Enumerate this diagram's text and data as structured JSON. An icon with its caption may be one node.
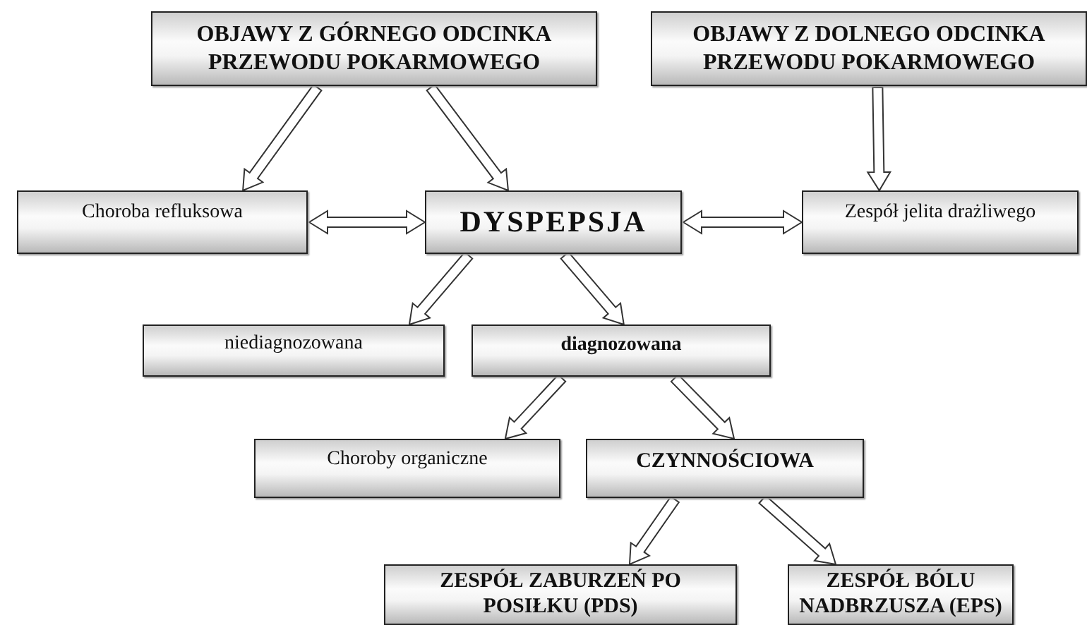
{
  "diagram": {
    "nodes": [
      {
        "text": [
          "OBJAWY Z GÓRNEGO ODCINKA PRZEWODU POKARMOWEGO"
        ]
      },
      {
        "text": [
          "OBJAWY Z DOLNEGO ODCINKA PRZEWODU POKARMOWEGO"
        ]
      },
      {
        "text": [
          "Choroba refluksowa"
        ]
      },
      {
        "text": [
          "DYSPEPSJA"
        ]
      },
      {
        "text": [
          "Zespół jelita drażliwego"
        ]
      },
      {
        "text": [
          "niediagnozowana"
        ]
      },
      {
        "text": [
          "diagnozowana"
        ]
      },
      {
        "text": [
          "Choroby organiczne"
        ]
      },
      {
        "text": [
          "CZYNNOŚCIOWA"
        ]
      },
      {
        "text": [
          "ZESPÓŁ ZABURZEŃ PO POSIŁKU (PDS)"
        ]
      },
      {
        "text": [
          "ZESPÓŁ BÓLU NADBRZUSZA (EPS)"
        ]
      }
    ],
    "edges": [
      {
        "from": 0,
        "to": 2,
        "arrow": "to"
      },
      {
        "from": 0,
        "to": 3,
        "arrow": "to"
      },
      {
        "from": 1,
        "to": 4,
        "arrow": "to"
      },
      {
        "from": 2,
        "to": 3,
        "arrow": "both"
      },
      {
        "from": 3,
        "to": 4,
        "arrow": "both"
      },
      {
        "from": 3,
        "to": 5,
        "arrow": "to"
      },
      {
        "from": 3,
        "to": 6,
        "arrow": "to"
      },
      {
        "from": 6,
        "to": 7,
        "arrow": "to"
      },
      {
        "from": 6,
        "to": 8,
        "arrow": "to"
      },
      {
        "from": 8,
        "to": 9,
        "arrow": "to"
      },
      {
        "from": 8,
        "to": 10,
        "arrow": "to"
      }
    ]
  }
}
